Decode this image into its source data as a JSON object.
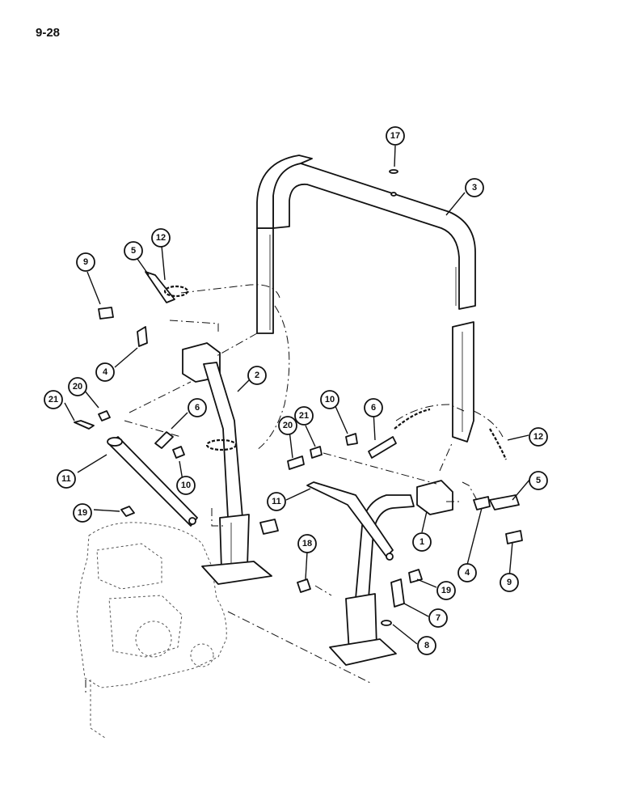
{
  "page": {
    "number": "9-28"
  },
  "figure": {
    "callouts": [
      {
        "id": "c-17",
        "label": "17"
      },
      {
        "id": "c-3",
        "label": "3"
      },
      {
        "id": "c-9-left",
        "label": "9"
      },
      {
        "id": "c-5-left",
        "label": "5"
      },
      {
        "id": "c-12-left",
        "label": "12"
      },
      {
        "id": "c-4-left",
        "label": "4"
      },
      {
        "id": "c-2",
        "label": "2"
      },
      {
        "id": "c-20-left",
        "label": "20"
      },
      {
        "id": "c-21-left",
        "label": "21"
      },
      {
        "id": "c-6-left",
        "label": "6"
      },
      {
        "id": "c-10-left",
        "label": "10"
      },
      {
        "id": "c-11-left",
        "label": "11"
      },
      {
        "id": "c-19-left",
        "label": "19"
      },
      {
        "id": "c-18",
        "label": "18"
      },
      {
        "id": "c-10-right",
        "label": "10"
      },
      {
        "id": "c-6-right",
        "label": "6"
      },
      {
        "id": "c-21-right",
        "label": "21"
      },
      {
        "id": "c-20-right",
        "label": "20"
      },
      {
        "id": "c-12-right",
        "label": "12"
      },
      {
        "id": "c-5-right",
        "label": "5"
      },
      {
        "id": "c-11-right",
        "label": "11"
      },
      {
        "id": "c-1",
        "label": "1"
      },
      {
        "id": "c-4-right",
        "label": "4"
      },
      {
        "id": "c-9-right",
        "label": "9"
      },
      {
        "id": "c-19-right",
        "label": "19"
      },
      {
        "id": "c-7",
        "label": "7"
      },
      {
        "id": "c-8",
        "label": "8"
      }
    ]
  }
}
